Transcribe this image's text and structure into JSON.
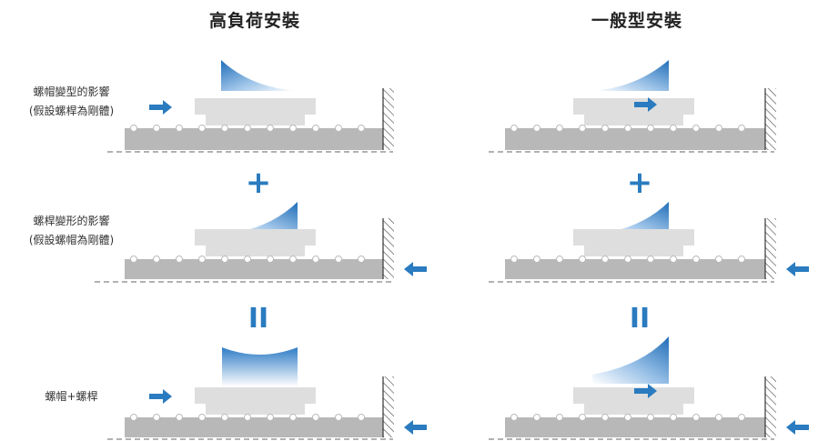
{
  "columns": {
    "left_title": "高負荷安裝",
    "right_title": "一般型安裝"
  },
  "rows": {
    "row1": {
      "line1": "螺帽變型的影響",
      "line2": "(假設螺桿為剛體)"
    },
    "row2": {
      "line1": "螺桿變形的影響",
      "line2": "(假設螺帽為剛體)"
    },
    "row3": {
      "line1": "螺帽+螺桿"
    }
  },
  "operators": {
    "plus": "+",
    "equals": "II"
  },
  "colors": {
    "arrow": "#2a7bbf",
    "load_dark": "#1f6db8",
    "rail": "#b8b8b8",
    "nut": "#dedede",
    "wall": "#333333"
  }
}
